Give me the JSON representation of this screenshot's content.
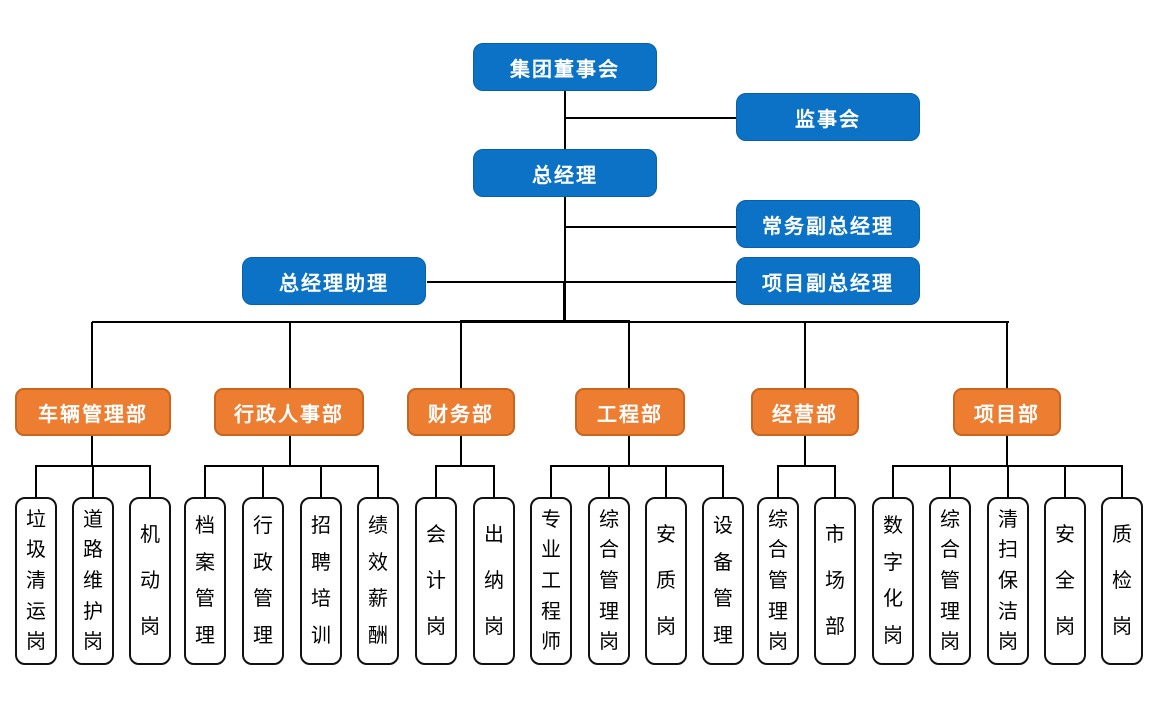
{
  "colors": {
    "node_blue": "#0b72c6",
    "node_blue_border": "#0a5fa8",
    "node_orange": "#ed7d31",
    "node_orange_border": "#c9661d",
    "leaf_border": "#111111",
    "connector": "#000000",
    "background": "#ffffff"
  },
  "org": {
    "board": {
      "label": "集团董事会"
    },
    "supervisory_board": {
      "label": "监事会"
    },
    "general_manager": {
      "label": "总经理"
    },
    "executive_deputy_gm": {
      "label": "常务副总经理"
    },
    "gm_assistant": {
      "label": "总经理助理"
    },
    "project_deputy_gm": {
      "label": "项目副总经理"
    },
    "departments": [
      {
        "label": "车辆管理部",
        "children": [
          {
            "label": "垃圾清运岗"
          },
          {
            "label": "道路维护岗"
          },
          {
            "label": "机动岗"
          }
        ]
      },
      {
        "label": "行政人事部",
        "children": [
          {
            "label": "档案管理"
          },
          {
            "label": "行政管理"
          },
          {
            "label": "招聘培训"
          },
          {
            "label": "绩效薪酬"
          }
        ]
      },
      {
        "label": "财务部",
        "children": [
          {
            "label": "会计岗"
          },
          {
            "label": "出纳岗"
          }
        ]
      },
      {
        "label": "工程部",
        "children": [
          {
            "label": "专业工程师"
          },
          {
            "label": "综合管理岗"
          },
          {
            "label": "安质岗"
          },
          {
            "label": "设备管理"
          }
        ]
      },
      {
        "label": "经营部",
        "children": [
          {
            "label": "综合管理岗"
          },
          {
            "label": "市场部"
          }
        ]
      },
      {
        "label": "项目部",
        "children": [
          {
            "label": "数字化岗"
          },
          {
            "label": "综合管理岗"
          },
          {
            "label": "清扫保洁岗"
          },
          {
            "label": "安全岗"
          },
          {
            "label": "质检岗"
          }
        ]
      }
    ]
  }
}
